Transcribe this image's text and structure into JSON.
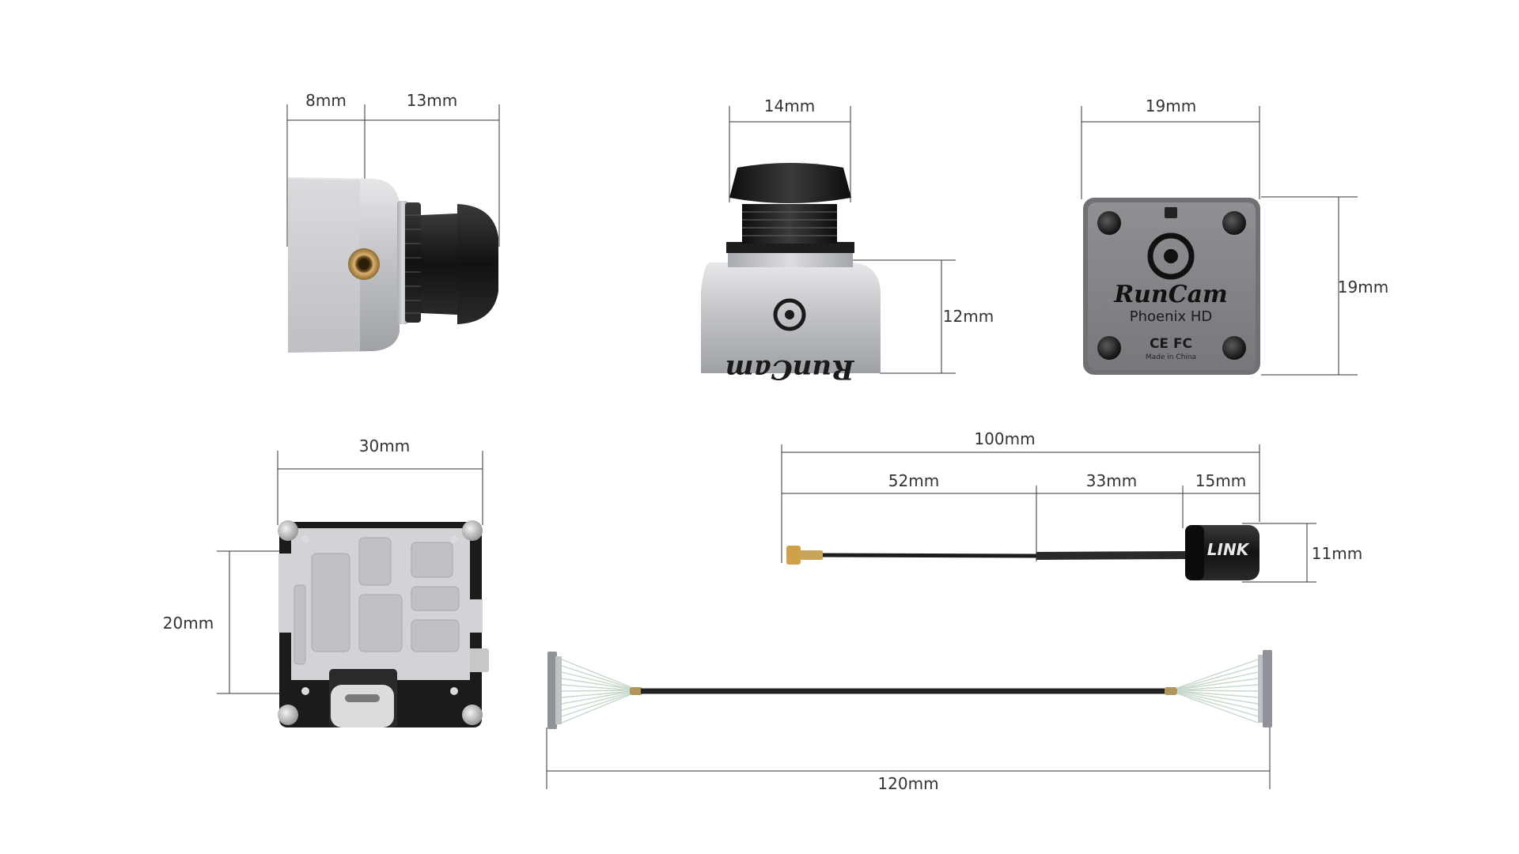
{
  "labels": {
    "side_a": "8mm",
    "side_b": "13mm",
    "front_width": "14mm",
    "front_height": "12mm",
    "back_width": "19mm",
    "back_height": "19mm",
    "board_width": "30mm",
    "board_height": "20mm",
    "antenna_total": "100mm",
    "antenna_seg1": "52mm",
    "antenna_seg2": "33mm",
    "antenna_seg3": "15mm",
    "antenna_diameter": "11mm",
    "cable_length": "120mm"
  },
  "branding": {
    "brand": "RunCam",
    "model": "Phoenix HD",
    "cert": "CE FC",
    "origin": "Made in China",
    "antenna_brand": "LINK"
  },
  "colors": {
    "line": "#333333",
    "silver": "#c9cacc",
    "black": "#151515",
    "gold": "#b8924a",
    "pcb": "#1a1a1a"
  }
}
